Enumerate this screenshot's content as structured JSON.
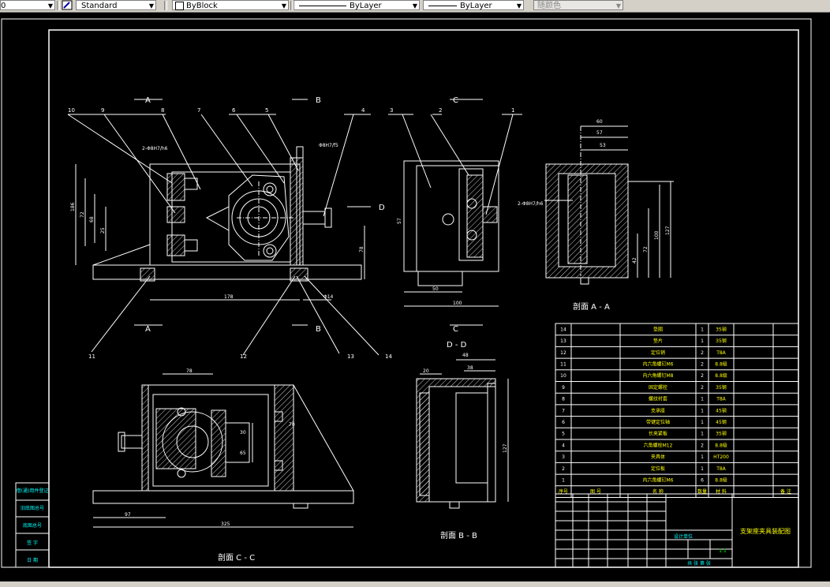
{
  "toolbar": {
    "layer_value": "0",
    "textstyle_value": "Standard",
    "linetype_value": "ByBlock",
    "lineweight_value": "ByLayer",
    "plotstyle_value": "ByLayer",
    "color_value": "随颜色"
  },
  "drawing": {
    "section_aa": "剖面 A - A",
    "section_bb": "剖面 B - B",
    "section_cc": "剖面 C - C",
    "view_dd": "D - D",
    "label_a": "A",
    "label_b": "B",
    "label_c": "C",
    "label_d": "D",
    "balloons": [
      "10",
      "9",
      "8",
      "7",
      "6",
      "5",
      "4",
      "3",
      "2",
      "1",
      "11",
      "12",
      "13",
      "14"
    ],
    "dims": {
      "front_width": "178",
      "front_h_total": "186",
      "front_h1": "72",
      "front_h2": "68",
      "front_h3": "25",
      "front_right": "78",
      "fit1": "2-Φ8H7/h6",
      "fit2": "Φ8H7/f5",
      "dim_14": "Φ14",
      "side_w1": "50",
      "side_w2": "100",
      "side_h": "57",
      "aa_w1": "60",
      "aa_w2": "57",
      "aa_w3": "53",
      "aa_fit": "2-Φ8H7/h6",
      "aa_h1": "100",
      "aa_h2": "127",
      "aa_h3": "72",
      "aa_h4": "42",
      "cc_top": "78",
      "cc_w": "325",
      "cc_left": "97",
      "cc_r1": "30",
      "cc_r2": "65",
      "cc_r3": "70",
      "bb_top": "20",
      "bb_w1": "48",
      "bb_w2": "38",
      "bb_h": "127"
    }
  },
  "bom": {
    "rows": [
      {
        "no": "14",
        "name": "垫圈",
        "qty": "1",
        "mat": "35钢"
      },
      {
        "no": "13",
        "name": "垫片",
        "qty": "1",
        "mat": "35钢"
      },
      {
        "no": "12",
        "name": "定位销",
        "qty": "2",
        "mat": "T8A"
      },
      {
        "no": "11",
        "name": "内六角螺钉M6",
        "qty": "2",
        "mat": "8.8级"
      },
      {
        "no": "10",
        "name": "内六角螺钉M8",
        "qty": "2",
        "mat": "8.8级"
      },
      {
        "no": "9",
        "name": "固定螺栓",
        "qty": "2",
        "mat": "35钢"
      },
      {
        "no": "8",
        "name": "螺纹衬套",
        "qty": "1",
        "mat": "T8A"
      },
      {
        "no": "7",
        "name": "支承座",
        "qty": "1",
        "mat": "45钢"
      },
      {
        "no": "6",
        "name": "带键定位轴",
        "qty": "1",
        "mat": "45钢"
      },
      {
        "no": "5",
        "name": "长夹紧板",
        "qty": "1",
        "mat": "35钢"
      },
      {
        "no": "4",
        "name": "六角螺栓M12",
        "qty": "2",
        "mat": "8.8级"
      },
      {
        "no": "3",
        "name": "夹具体",
        "qty": "1",
        "mat": "HT200"
      },
      {
        "no": "2",
        "name": "定位板",
        "qty": "1",
        "mat": "T8A"
      },
      {
        "no": "1",
        "name": "内六角螺钉M6",
        "qty": "6",
        "mat": "8.8级"
      }
    ],
    "header": {
      "no": "序号",
      "code": "图 号",
      "name": "名 称",
      "qty": "数量",
      "mat": "材 料",
      "remark": "备 注"
    },
    "title": "支架座夹具装配图",
    "scale": "1:1",
    "sheet": "共 张 第 张",
    "company": "设计单位"
  },
  "left_stamps": [
    "借(通)用件登记",
    "旧底图总号",
    "底图总号",
    "签 字",
    "日 期"
  ],
  "colors": {
    "line": "#ffffff",
    "accent": "#ffff00",
    "cyan": "#00ffff",
    "green": "#00ff00",
    "bg": "#000000"
  }
}
